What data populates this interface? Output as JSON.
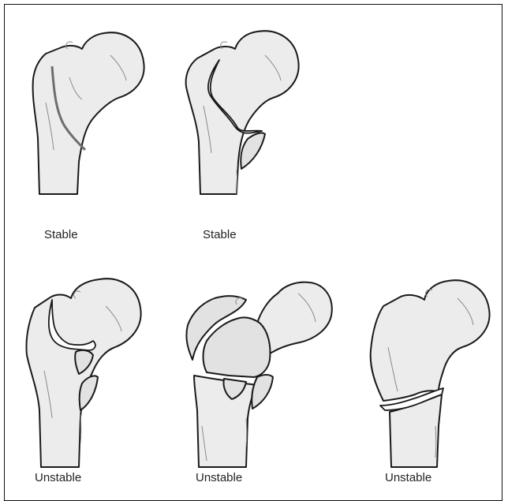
{
  "labels": {
    "top_left": "Stable",
    "top_middle": "Stable",
    "bottom_left": "Unstable",
    "bottom_middle": "Unstable",
    "bottom_right": "Unstable"
  },
  "colors": {
    "bone_fill": "#ececec",
    "fragment_fill": "#e2e2e2",
    "outline": "#1a1a1a",
    "fracture_line": "#6e6e6e",
    "frame": "#111111"
  }
}
